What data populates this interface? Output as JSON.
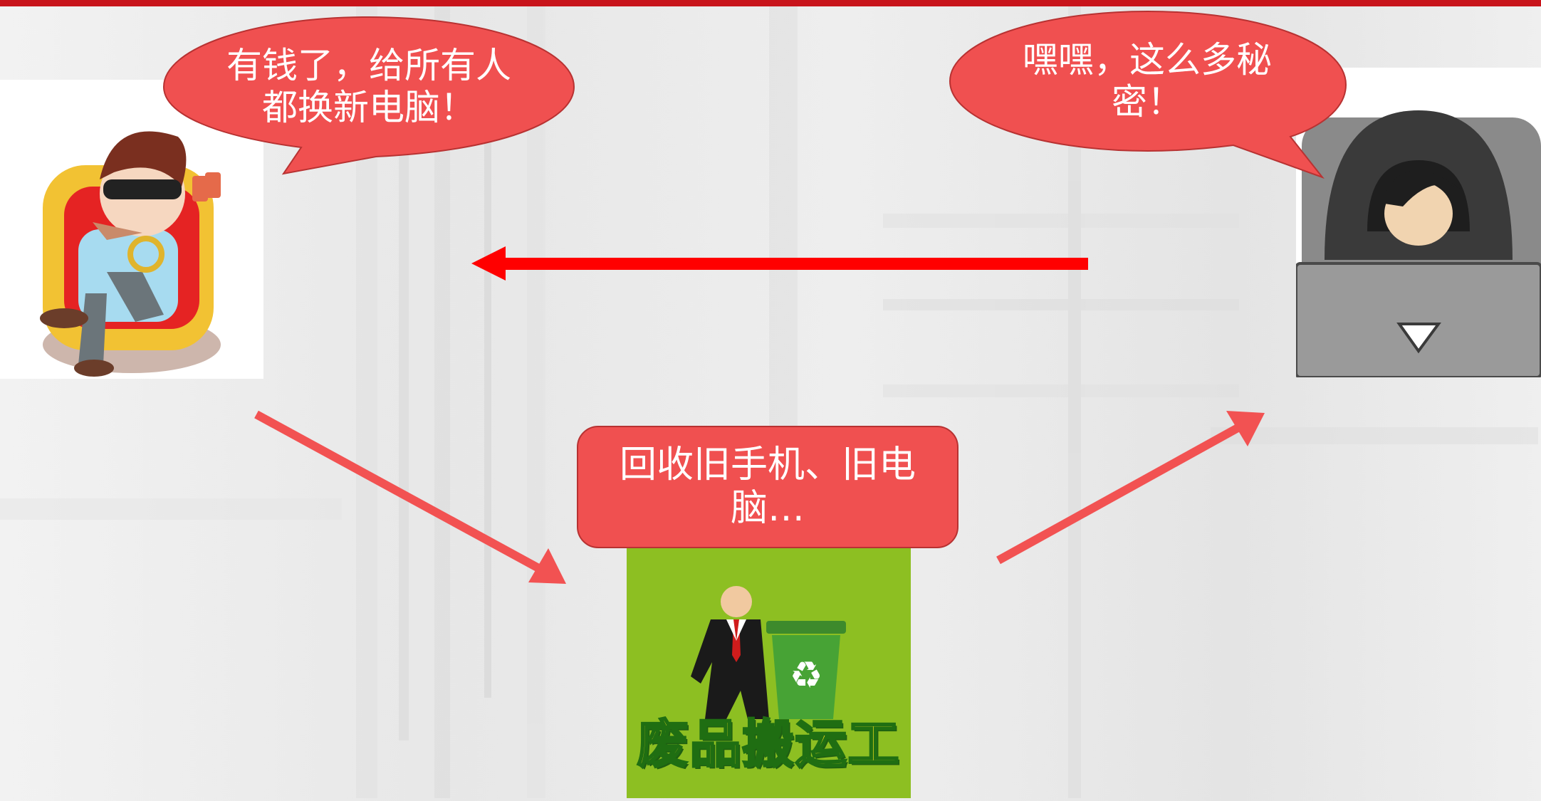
{
  "speech": {
    "rich_man": "有钱了，给所有人都换新电脑！",
    "hacker": "嘿嘿，这么多秘密！",
    "collector": "回收旧手机、旧电脑…"
  },
  "logo": {
    "text": "废品搬运工"
  },
  "colors": {
    "top_bar": "#c8141b",
    "bubble_fill": "#f05050",
    "bubble_stroke": "#b83232",
    "arrow_bright": "#ff0000",
    "arrow_soft": "#f25252",
    "logo_bg": "#8dbf22",
    "logo_text": "#f7e21a"
  },
  "icons": [
    "rich-man-illustration",
    "hacker-illustration",
    "recycle-bin-icon",
    "recycle-symbol-icon"
  ]
}
